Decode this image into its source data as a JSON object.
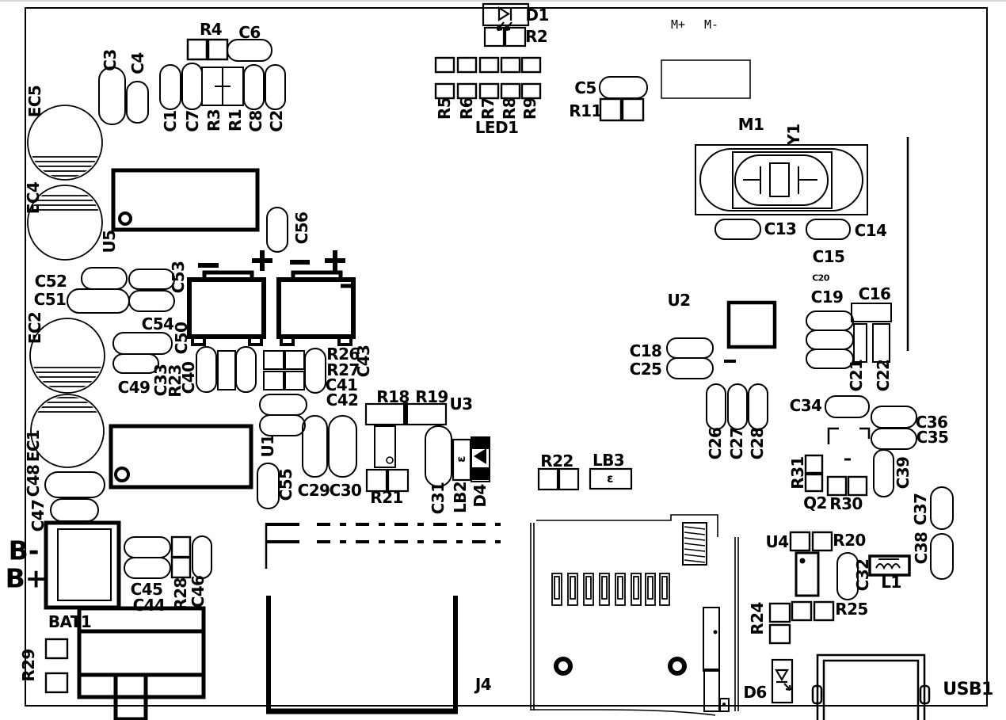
{
  "figure": {
    "kind": "pcb-component-placement-silkscreen",
    "background": "#ffffff",
    "line_color": "#000000"
  },
  "labels": {
    "EC5": "EC5",
    "EC4": "EC4",
    "EC2": "EC2",
    "EC1": "EC1",
    "C3": "C3",
    "C4": "C4",
    "C1": "C1",
    "C7": "C7",
    "R3": "R3",
    "R1": "R1",
    "C8": "C8",
    "C2": "C2",
    "R4": "R4",
    "C6": "C6",
    "U5": "U5",
    "C56": "C56",
    "D1": "D1",
    "R2": "R2",
    "R5": "R5",
    "R6": "R6",
    "R7": "R7",
    "R8": "R8",
    "R9": "R9",
    "LED1": "LED1",
    "C5": "C5",
    "R11": "R11",
    "Mplus": "M+",
    "Mminus": "M-",
    "M1": "M1",
    "Y1": "Y1",
    "C13": "C13",
    "C14": "C14",
    "C15": "C15",
    "C20": "C20",
    "C19": "C19",
    "C16": "C16",
    "C21": "C21",
    "C22": "C22",
    "U2": "U2",
    "C18": "C18",
    "C25": "C25",
    "C26": "C26",
    "C27": "C27",
    "C28": "C28",
    "C34": "C34",
    "C36": "C36",
    "C35": "C35",
    "C39": "C39",
    "R31": "R31",
    "Q2": "Q2",
    "R30": "R30",
    "C37": "C37",
    "C38": "C38",
    "U4": "U4",
    "R20": "R20",
    "C32": "C32",
    "L1": "L1",
    "R24": "R24",
    "R25": "R25",
    "C52": "C52",
    "C51": "C51",
    "C53": "C53",
    "C54": "C54",
    "C50": "C50",
    "C49": "C49",
    "C33": "C33",
    "R23": "R23",
    "C40": "C40",
    "R26": "R26",
    "R27": "R27",
    "C41": "C41",
    "C42": "C42",
    "C43": "C43",
    "R18": "R18",
    "R19": "R19",
    "U3": "U3",
    "R21": "R21",
    "C31": "C31",
    "LB2": "LB2",
    "D4": "D4",
    "C29": "C29",
    "C30": "C30",
    "U1": "U1",
    "C55": "C55",
    "R22": "R22",
    "LB3": "LB3",
    "C48": "C48",
    "C47": "C47",
    "Bminus": "B-",
    "Bplus": "B+",
    "C45": "C45",
    "C44": "C44",
    "R28": "R28",
    "C46": "C46",
    "BAT1": "BAT1",
    "R29": "R29",
    "J4": "J4",
    "D6": "D6",
    "USB1": "USB1",
    "LB2_sym": "ε",
    "LB3_sym": "ε"
  }
}
